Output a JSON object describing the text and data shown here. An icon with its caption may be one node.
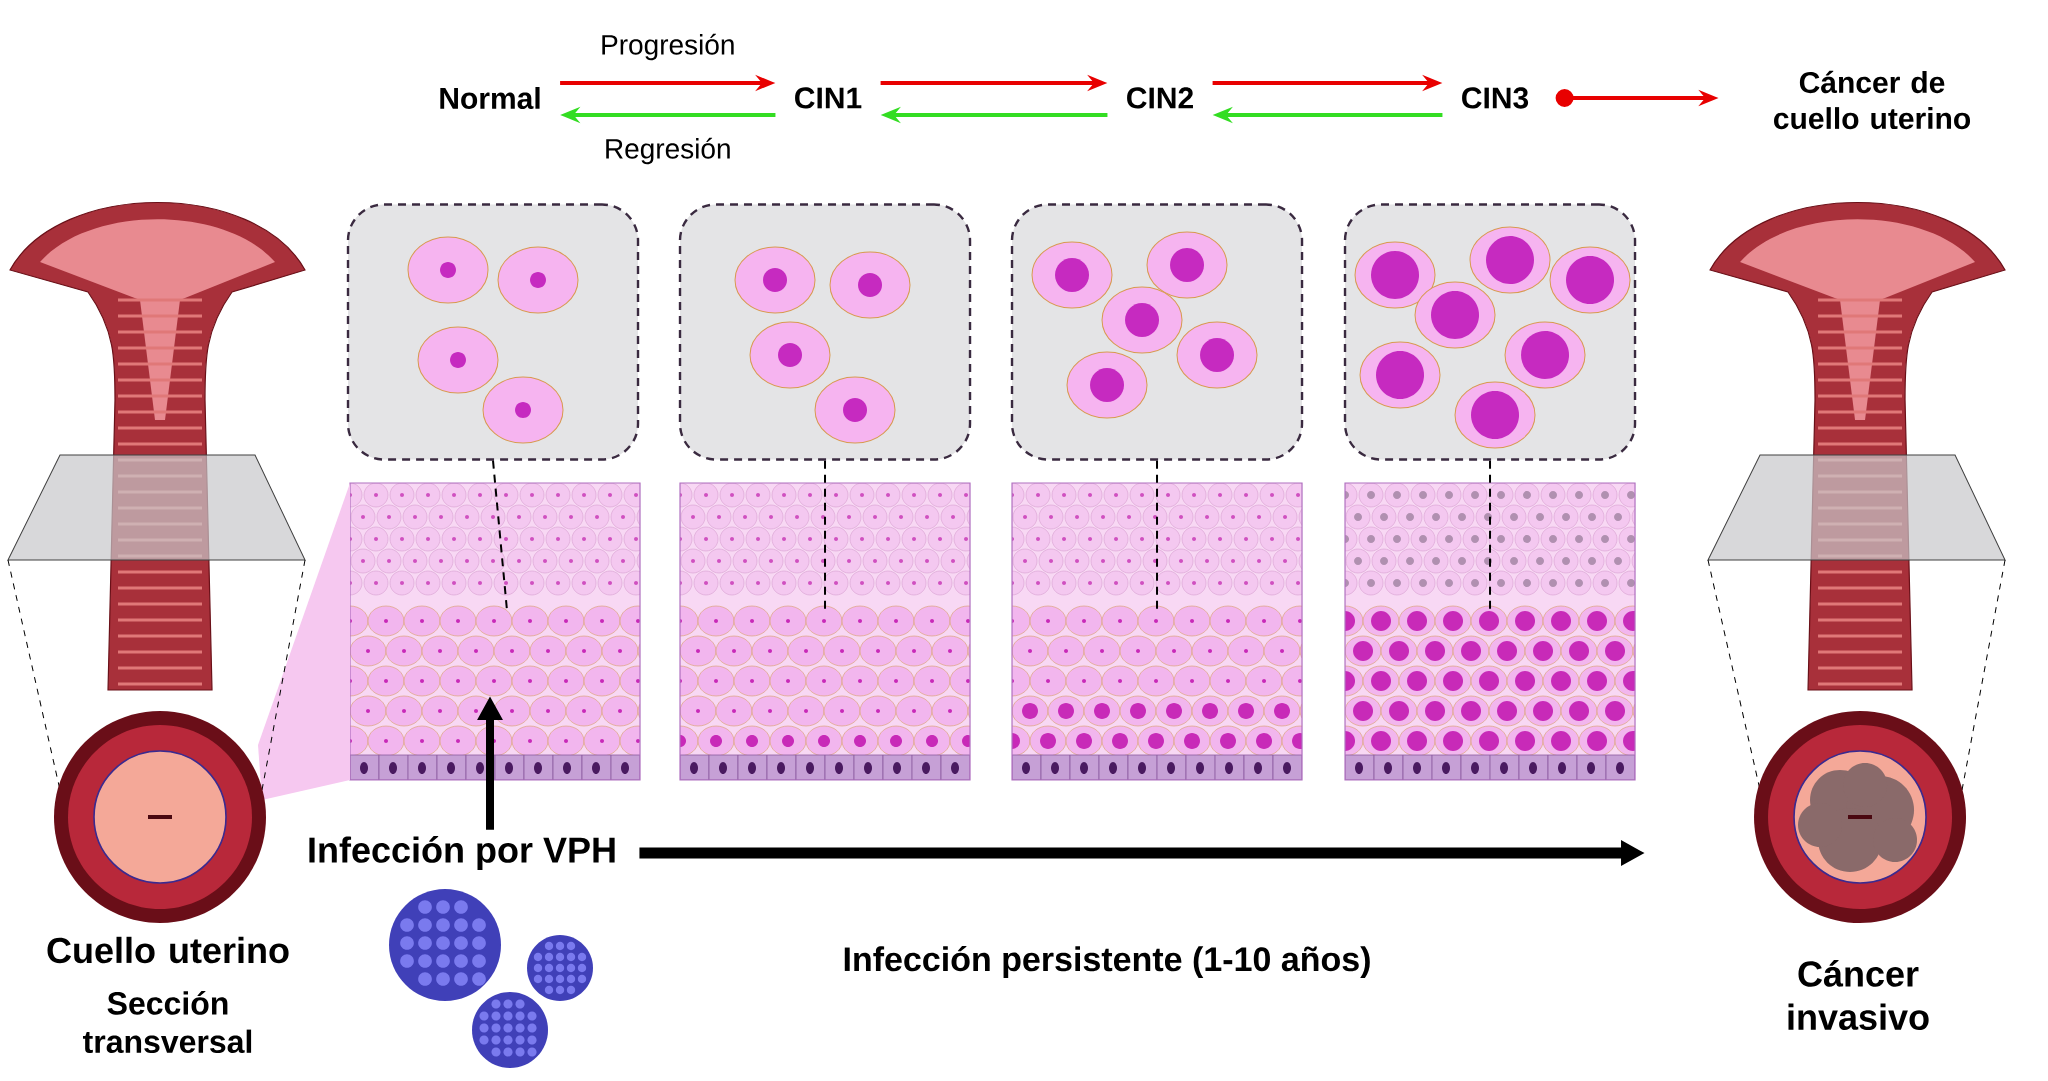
{
  "diagram": {
    "nodes": [
      {
        "text": [
          "Normal"
        ]
      },
      {
        "text": [
          "CIN1"
        ]
      },
      {
        "text": [
          "CIN2"
        ]
      },
      {
        "text": [
          "CIN3"
        ]
      },
      {
        "text": [
          "Cáncer de cuello uterino"
        ]
      },
      {
        "text": [],
        "shape": "box"
      },
      {
        "text": [],
        "shape": "box"
      },
      {
        "text": [],
        "shape": "box"
      },
      {
        "text": [],
        "shape": "box"
      },
      {
        "text": [],
        "shape": "picture"
      },
      {
        "text": [],
        "shape": "picture"
      },
      {
        "text": [],
        "shape": "picture"
      },
      {
        "text": [],
        "shape": "picture"
      },
      {
        "text": [],
        "shape": "picture",
        "beside": [
          "Cuello uterino",
          "Sección transversal"
        ]
      },
      {
        "text": [],
        "shape": "picture",
        "beside": [
          "Cáncer invasivo"
        ]
      },
      {
        "text": [
          "Infección por VPH"
        ]
      }
    ],
    "edges": [
      {
        "from": 0,
        "to": 1,
        "arrow": "to",
        "label": "Progresión",
        "color": "#e80000"
      },
      {
        "from": 1,
        "to": 0,
        "arrow": "to",
        "label": "Regresión",
        "color": "#33dd22"
      },
      {
        "from": 1,
        "to": 2,
        "arrow": "to",
        "color": "#e80000"
      },
      {
        "from": 2,
        "to": 1,
        "arrow": "to",
        "color": "#33dd22"
      },
      {
        "from": 2,
        "to": 3,
        "arrow": "to",
        "color": "#e80000"
      },
      {
        "from": 3,
        "to": 2,
        "arrow": "to",
        "color": "#33dd22"
      },
      {
        "from": 3,
        "to": 4,
        "arrow": "to",
        "color": "#e80000"
      },
      {
        "from": 5,
        "to": 9,
        "arrow": "none",
        "style": "dashed"
      },
      {
        "from": 6,
        "to": 10,
        "arrow": "none",
        "style": "dashed"
      },
      {
        "from": 7,
        "to": 11,
        "arrow": "none",
        "style": "dashed"
      },
      {
        "from": 8,
        "to": 12,
        "arrow": "none",
        "style": "dashed"
      },
      {
        "from": 15,
        "to": 9,
        "arrow": "to",
        "style": "thick"
      },
      {
        "from": 15,
        "to": null,
        "arrow": "to",
        "style": "thick"
      }
    ],
    "labels": [
      "Infección persistente (1-10 años)"
    ]
  }
}
